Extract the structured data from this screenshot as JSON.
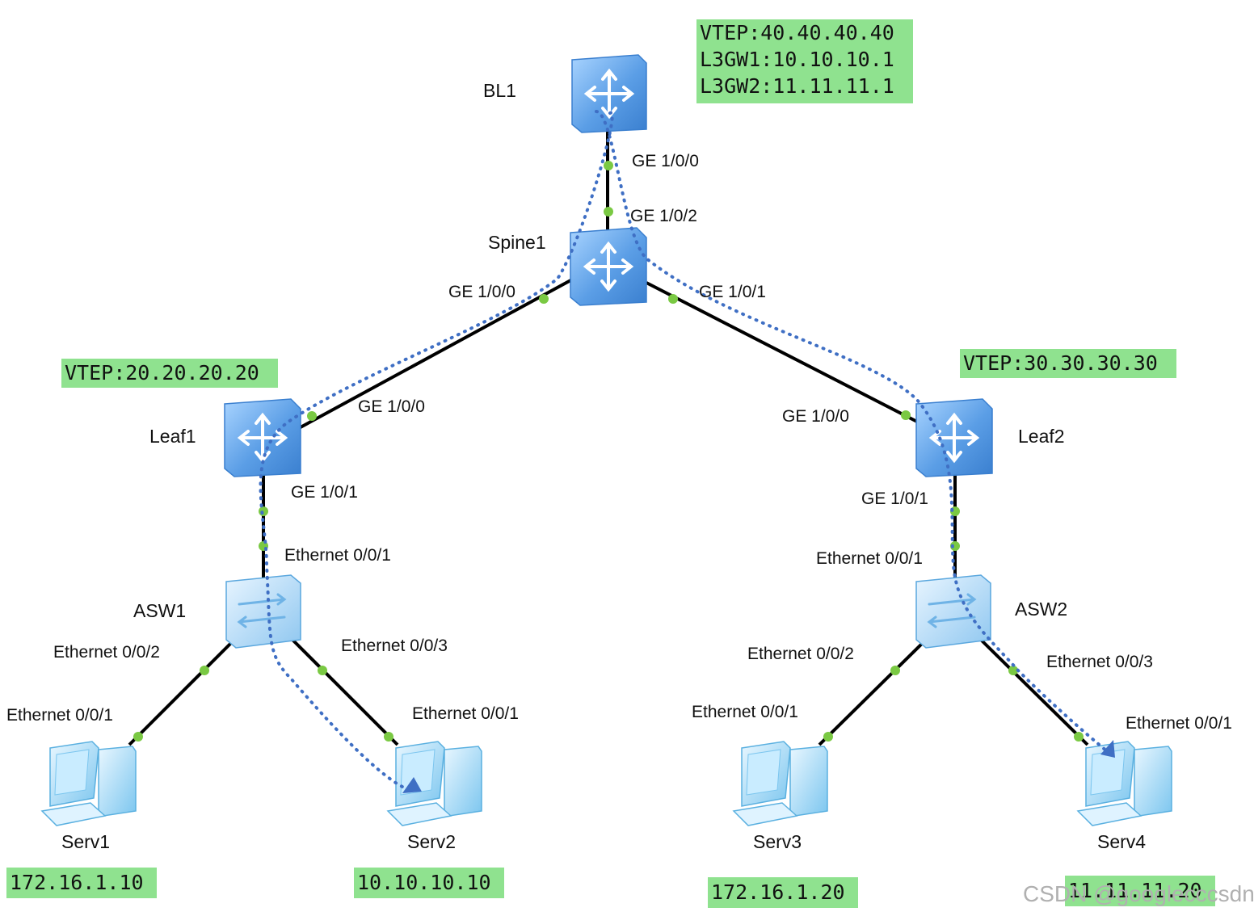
{
  "devices": {
    "bl1": {
      "name": "BL1"
    },
    "spine1": {
      "name": "Spine1"
    },
    "leaf1": {
      "name": "Leaf1"
    },
    "leaf2": {
      "name": "Leaf2"
    },
    "asw1": {
      "name": "ASW1"
    },
    "asw2": {
      "name": "ASW2"
    },
    "serv1": {
      "name": "Serv1"
    },
    "serv2": {
      "name": "Serv2"
    },
    "serv3": {
      "name": "Serv3"
    },
    "serv4": {
      "name": "Serv4"
    }
  },
  "ports": {
    "bl1_down": "GE 1/0/0",
    "spine1_up": "GE 1/0/2",
    "spine1_left": "GE 1/0/0",
    "spine1_right": "GE 1/0/1",
    "leaf1_up": "GE 1/0/0",
    "leaf1_down": "GE 1/0/1",
    "asw1_up": "Ethernet 0/0/1",
    "asw1_left": "Ethernet 0/0/2",
    "asw1_right": "Ethernet 0/0/3",
    "serv1_port": "Ethernet 0/0/1",
    "serv2_port": "Ethernet 0/0/1",
    "leaf2_up": "GE 1/0/0",
    "leaf2_down": "GE 1/0/1",
    "asw2_up": "Ethernet 0/0/1",
    "asw2_left": "Ethernet 0/0/2",
    "asw2_right": "Ethernet 0/0/3",
    "serv3_port": "Ethernet 0/0/1",
    "serv4_port": "Ethernet 0/0/1"
  },
  "labels": {
    "bl1_vtep": "VTEP:40.40.40.40",
    "bl1_gw1": "L3GW1:10.10.10.1",
    "bl1_gw2": "L3GW2:11.11.11.1",
    "leaf1_vtep": "VTEP:20.20.20.20",
    "leaf2_vtep": "VTEP:30.30.30.30",
    "serv1_ip": "172.16.1.10",
    "serv2_ip": "10.10.10.10",
    "serv3_ip": "172.16.1.20",
    "serv4_ip": "11.11.11.20"
  },
  "watermark": "CSDN @googlecccsdn",
  "colors": {
    "label_bg": "#8fe28f",
    "link": "#000000",
    "port_dot": "#7ac943",
    "flow_path": "#3f6fc4",
    "device_blue": "#5b9ee6"
  }
}
